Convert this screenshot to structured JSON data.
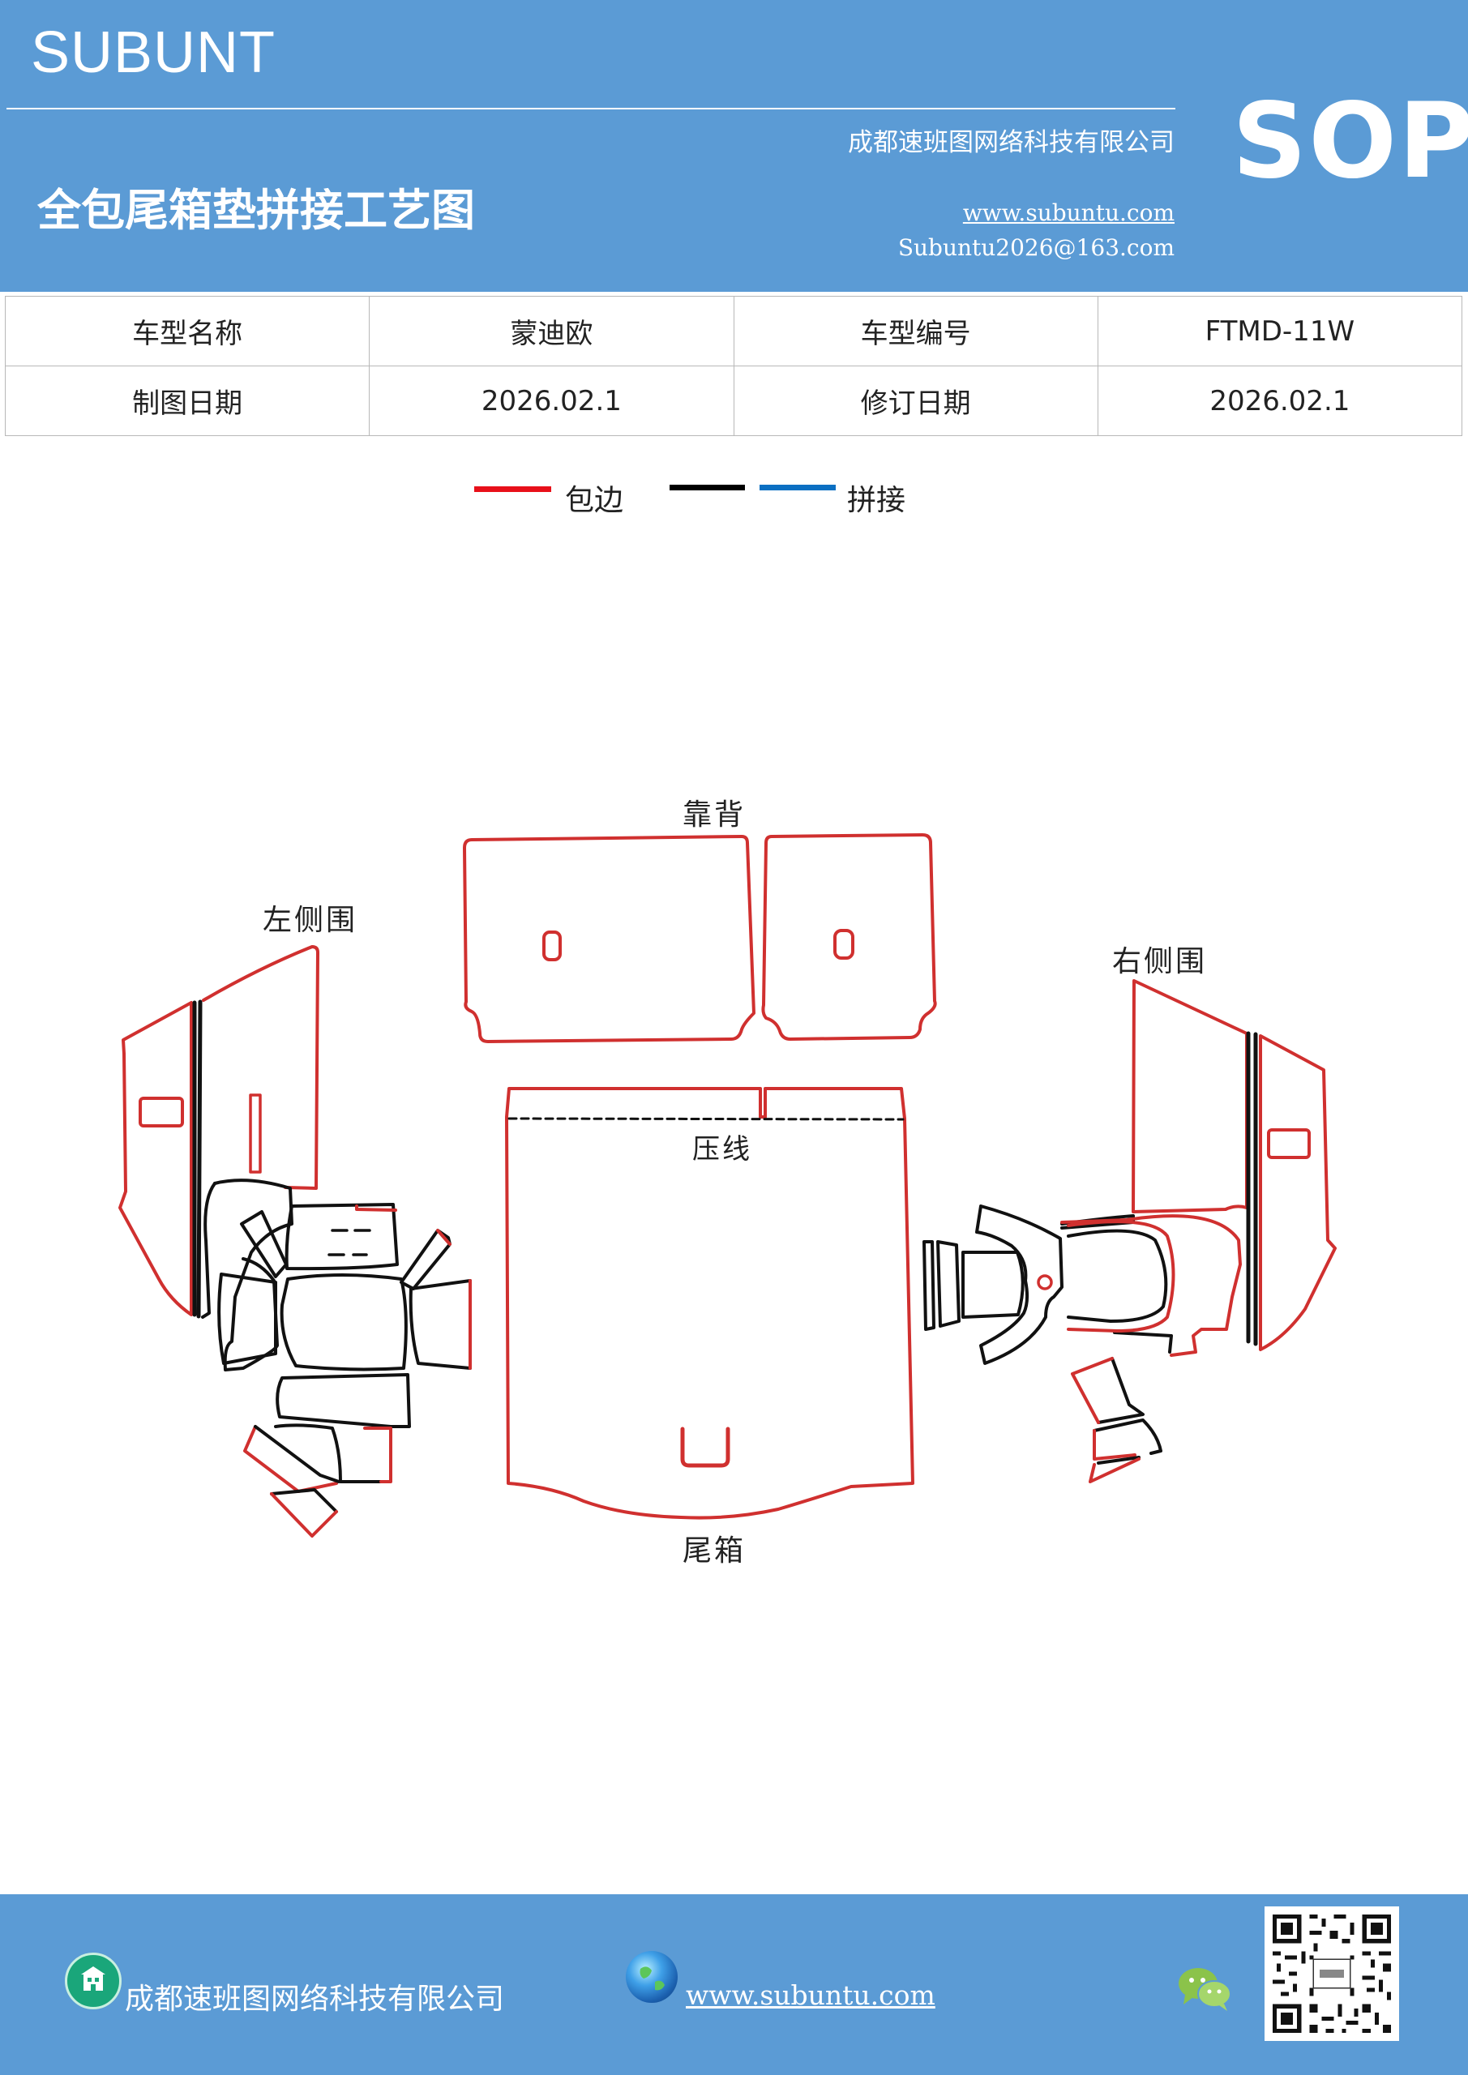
{
  "header": {
    "brand": "SUBUNT",
    "company": "成都速班图网络科技有限公司",
    "title": "全包尾箱垫拼接工艺图",
    "website": "www.subuntu.com",
    "email": "Subuntu2026@163.com",
    "badge": "SOP"
  },
  "info_table": {
    "rows": [
      [
        "车型名称",
        "蒙迪欧",
        "车型编号",
        "FTMD-11W"
      ],
      [
        "制图日期",
        "2026.02.1",
        "修订日期",
        "2026.02.1"
      ]
    ]
  },
  "legend": {
    "items": [
      {
        "label": "包边",
        "color": "#e8101a"
      },
      {
        "label": "",
        "color": "#000000"
      },
      {
        "label": "拼接",
        "color": "#0a6fc2"
      }
    ]
  },
  "diagram": {
    "labels": {
      "backrest": "靠背",
      "left_side": "左侧围",
      "right_side": "右侧围",
      "crease": "压线",
      "trunk": "尾箱"
    },
    "colors": {
      "edge": "#d0302f",
      "seam": "#111111"
    }
  },
  "footer": {
    "company": "成都速班图网络科技有限公司",
    "website": "www.subuntu.com"
  }
}
